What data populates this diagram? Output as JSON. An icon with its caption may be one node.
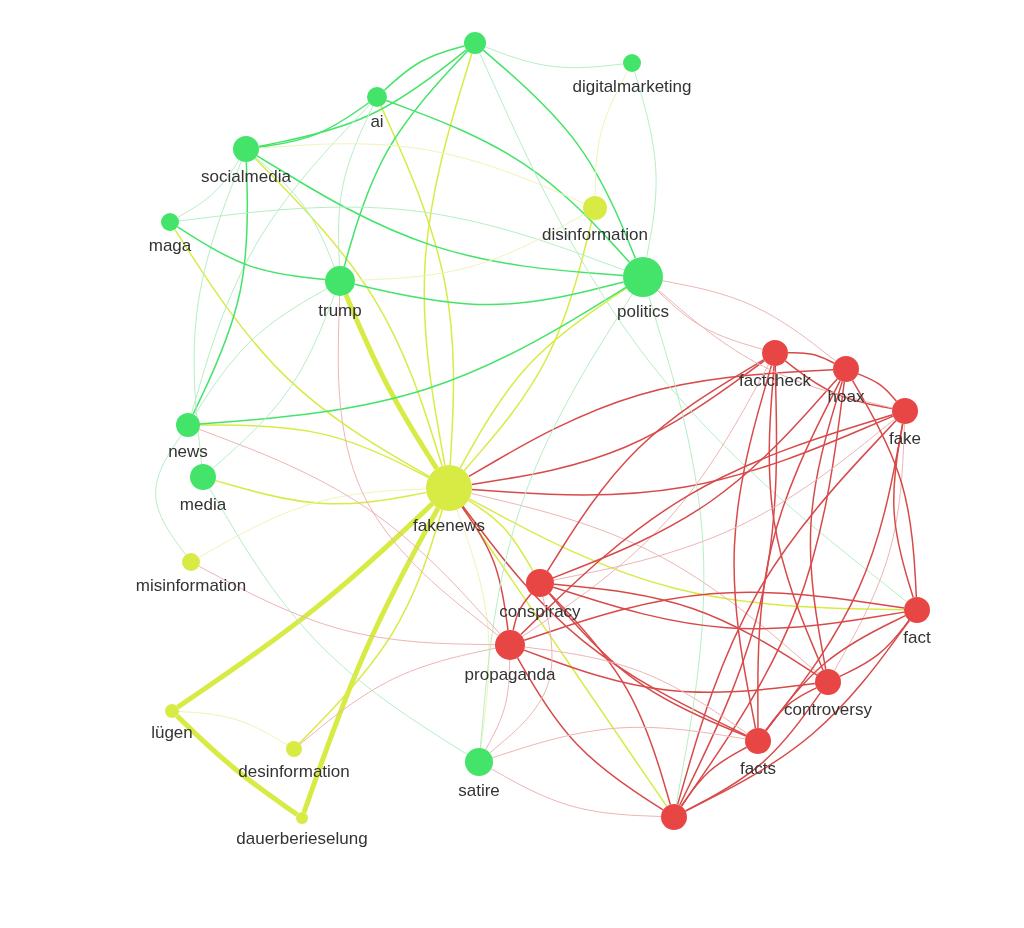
{
  "diagram": {
    "nodes": [
      {
        "text": [],
        "shape": "circle"
      },
      {
        "text": [
          "digitalmarketing"
        ]
      },
      {
        "text": [
          "ai"
        ]
      },
      {
        "text": [
          "socialmedia"
        ]
      },
      {
        "text": [
          "maga"
        ]
      },
      {
        "text": [
          "disinformation"
        ]
      },
      {
        "text": [
          "trump"
        ]
      },
      {
        "text": [
          "politics"
        ]
      },
      {
        "text": [
          "factcheck"
        ]
      },
      {
        "text": [
          "hoax"
        ]
      },
      {
        "text": [
          "fake"
        ]
      },
      {
        "text": [
          "news"
        ]
      },
      {
        "text": [
          "media"
        ]
      },
      {
        "text": [
          "fakenews"
        ]
      },
      {
        "text": [
          "misinformation"
        ]
      },
      {
        "text": [
          "conspiracy"
        ]
      },
      {
        "text": [
          "fact"
        ]
      },
      {
        "text": [
          "propaganda"
        ]
      },
      {
        "text": [
          "controversy"
        ]
      },
      {
        "text": [
          "lügen"
        ]
      },
      {
        "text": [
          "facts"
        ]
      },
      {
        "text": [
          "desinformation"
        ]
      },
      {
        "text": [
          "satire"
        ]
      },
      {
        "text": [
          "dauerberieselung"
        ]
      },
      {
        "text": [],
        "shape": "circle"
      }
    ],
    "edges": [
      {
        "from": 13,
        "to": 6,
        "arrow": "none",
        "style": "thick",
        "color": "#d8eb45"
      },
      {
        "from": 13,
        "to": 2,
        "arrow": "none",
        "color": "#d8eb45"
      },
      {
        "from": 13,
        "to": 0,
        "arrow": "none",
        "color": "#d8eb45"
      },
      {
        "from": 13,
        "to": 5,
        "arrow": "none",
        "color": "#d8eb45"
      },
      {
        "from": 13,
        "to": 7,
        "arrow": "none",
        "color": "#d8eb45"
      },
      {
        "from": 13,
        "to": 3,
        "arrow": "none",
        "color": "#d8eb45"
      },
      {
        "from": 13,
        "to": 4,
        "arrow": "none",
        "color": "#d8eb45"
      },
      {
        "from": 13,
        "to": 11,
        "arrow": "none",
        "color": "#d8eb45"
      },
      {
        "from": 13,
        "to": 12,
        "arrow": "none",
        "color": "#d8eb45"
      },
      {
        "from": 13,
        "to": 14,
        "arrow": "none",
        "color": "#eef5b6"
      },
      {
        "from": 13,
        "to": 19,
        "arrow": "none",
        "style": "thick",
        "color": "#d8eb45"
      },
      {
        "from": 13,
        "to": 23,
        "arrow": "none",
        "style": "thick",
        "color": "#d8eb45"
      },
      {
        "from": 13,
        "to": 21,
        "arrow": "none",
        "color": "#d8eb45"
      },
      {
        "from": 13,
        "to": 16,
        "arrow": "none",
        "color": "#d8eb45"
      },
      {
        "from": 13,
        "to": 15,
        "arrow": "none",
        "color": "#d8eb45"
      },
      {
        "from": 13,
        "to": 24,
        "arrow": "none",
        "color": "#d8eb45"
      },
      {
        "from": 13,
        "to": 22,
        "arrow": "none",
        "color": "#eef5b6"
      },
      {
        "from": 19,
        "to": 23,
        "arrow": "none",
        "style": "thick",
        "color": "#d8eb45"
      },
      {
        "from": 19,
        "to": 21,
        "arrow": "none",
        "color": "#eef5b6"
      },
      {
        "from": 13,
        "to": 8,
        "arrow": "none"
      },
      {
        "from": 13,
        "to": 9,
        "arrow": "none"
      },
      {
        "from": 13,
        "to": 10,
        "arrow": "none"
      },
      {
        "from": 13,
        "to": 17,
        "arrow": "none"
      },
      {
        "from": 13,
        "to": 20,
        "arrow": "none"
      },
      {
        "from": 13,
        "to": 18,
        "arrow": "none",
        "color": "#eeb4b4"
      },
      {
        "from": 0,
        "to": 2,
        "arrow": "none",
        "color": "#44e46a"
      },
      {
        "from": 0,
        "to": 3,
        "arrow": "none",
        "color": "#44e46a"
      },
      {
        "from": 0,
        "to": 6,
        "arrow": "none",
        "color": "#44e46a"
      },
      {
        "from": 0,
        "to": 7,
        "arrow": "none",
        "color": "#44e46a"
      },
      {
        "from": 0,
        "to": 1,
        "arrow": "none",
        "color": "#b6efc3"
      },
      {
        "from": 2,
        "to": 3,
        "arrow": "none",
        "color": "#44e46a"
      },
      {
        "from": 2,
        "to": 6,
        "arrow": "none",
        "color": "#b6efc3"
      },
      {
        "from": 2,
        "to": 7,
        "arrow": "none",
        "color": "#44e46a"
      },
      {
        "from": 2,
        "to": 11,
        "arrow": "none",
        "color": "#b6efc3"
      },
      {
        "from": 3,
        "to": 6,
        "arrow": "none",
        "color": "#b6efc3"
      },
      {
        "from": 3,
        "to": 7,
        "arrow": "none",
        "color": "#44e46a"
      },
      {
        "from": 3,
        "to": 11,
        "arrow": "none",
        "color": "#44e46a"
      },
      {
        "from": 3,
        "to": 12,
        "arrow": "none",
        "color": "#b6efc3"
      },
      {
        "from": 3,
        "to": 4,
        "arrow": "none",
        "color": "#b6efc3"
      },
      {
        "from": 4,
        "to": 6,
        "arrow": "none",
        "color": "#44e46a"
      },
      {
        "from": 4,
        "to": 7,
        "arrow": "none",
        "color": "#b6efc3"
      },
      {
        "from": 6,
        "to": 7,
        "arrow": "none",
        "color": "#44e46a"
      },
      {
        "from": 7,
        "to": 11,
        "arrow": "none",
        "color": "#44e46a"
      },
      {
        "from": 6,
        "to": 11,
        "arrow": "none",
        "color": "#b6efc3"
      },
      {
        "from": 6,
        "to": 12,
        "arrow": "none",
        "color": "#b6efc3"
      },
      {
        "from": 7,
        "to": 22,
        "arrow": "none",
        "color": "#b6efc3"
      },
      {
        "from": 1,
        "to": 7,
        "arrow": "none",
        "color": "#b6efc3"
      },
      {
        "from": 1,
        "to": 5,
        "arrow": "none",
        "color": "#eef5b6"
      },
      {
        "from": 5,
        "to": 6,
        "arrow": "none",
        "color": "#eef5b6"
      },
      {
        "from": 5,
        "to": 3,
        "arrow": "none",
        "color": "#eef5b6"
      },
      {
        "from": 7,
        "to": 24,
        "arrow": "none",
        "color": "#b6efc3"
      },
      {
        "from": 12,
        "to": 22,
        "arrow": "none",
        "color": "#b6efc3"
      },
      {
        "from": 11,
        "to": 14,
        "arrow": "none",
        "color": "#b6efc3"
      },
      {
        "from": 0,
        "to": 16,
        "arrow": "none",
        "color": "#b6efc3"
      },
      {
        "from": 8,
        "to": 9,
        "arrow": "none"
      },
      {
        "from": 8,
        "to": 10,
        "arrow": "none"
      },
      {
        "from": 9,
        "to": 10,
        "arrow": "none"
      },
      {
        "from": 8,
        "to": 15,
        "arrow": "none"
      },
      {
        "from": 8,
        "to": 17,
        "arrow": "none",
        "color": "#eeb4b4"
      },
      {
        "from": 8,
        "to": 20,
        "arrow": "none"
      },
      {
        "from": 8,
        "to": 24,
        "arrow": "none"
      },
      {
        "from": 8,
        "to": 18,
        "arrow": "none"
      },
      {
        "from": 9,
        "to": 15,
        "arrow": "none"
      },
      {
        "from": 9,
        "to": 20,
        "arrow": "none"
      },
      {
        "from": 9,
        "to": 24,
        "arrow": "none"
      },
      {
        "from": 9,
        "to": 18,
        "arrow": "none"
      },
      {
        "from": 10,
        "to": 15,
        "arrow": "none",
        "color": "#eeb4b4"
      },
      {
        "from": 10,
        "to": 17,
        "arrow": "none"
      },
      {
        "from": 10,
        "to": 20,
        "arrow": "none"
      },
      {
        "from": 10,
        "to": 24,
        "arrow": "none"
      },
      {
        "from": 10,
        "to": 18,
        "arrow": "none",
        "color": "#eeb4b4"
      },
      {
        "from": 10,
        "to": 16,
        "arrow": "none"
      },
      {
        "from": 9,
        "to": 16,
        "arrow": "none"
      },
      {
        "from": 15,
        "to": 16,
        "arrow": "none"
      },
      {
        "from": 15,
        "to": 18,
        "arrow": "none"
      },
      {
        "from": 15,
        "to": 20,
        "arrow": "none"
      },
      {
        "from": 15,
        "to": 24,
        "arrow": "none"
      },
      {
        "from": 15,
        "to": 17,
        "arrow": "none"
      },
      {
        "from": 17,
        "to": 16,
        "arrow": "none"
      },
      {
        "from": 17,
        "to": 18,
        "arrow": "none"
      },
      {
        "from": 17,
        "to": 20,
        "arrow": "none",
        "color": "#eeb4b4"
      },
      {
        "from": 17,
        "to": 24,
        "arrow": "none"
      },
      {
        "from": 16,
        "to": 18,
        "arrow": "none"
      },
      {
        "from": 16,
        "to": 20,
        "arrow": "none"
      },
      {
        "from": 16,
        "to": 24,
        "arrow": "none"
      },
      {
        "from": 18,
        "to": 20,
        "arrow": "none"
      },
      {
        "from": 18,
        "to": 24,
        "arrow": "none"
      },
      {
        "from": 20,
        "to": 24,
        "arrow": "none"
      },
      {
        "from": 22,
        "to": 15,
        "arrow": "none",
        "color": "#eeb4b4"
      },
      {
        "from": 22,
        "to": 17,
        "arrow": "none",
        "color": "#eeb4b4"
      },
      {
        "from": 22,
        "to": 20,
        "arrow": "none",
        "color": "#eeb4b4"
      },
      {
        "from": 22,
        "to": 24,
        "arrow": "none",
        "color": "#eeb4b4"
      },
      {
        "from": 11,
        "to": 17,
        "arrow": "none",
        "color": "#eeb4b4"
      },
      {
        "from": 14,
        "to": 17,
        "arrow": "none",
        "color": "#eeb4b4"
      },
      {
        "from": 21,
        "to": 17,
        "arrow": "none",
        "color": "#eeb4b4"
      },
      {
        "from": 7,
        "to": 8,
        "arrow": "none",
        "color": "#eeb4b4"
      },
      {
        "from": 7,
        "to": 9,
        "arrow": "none",
        "color": "#eeb4b4"
      },
      {
        "from": 7,
        "to": 10,
        "arrow": "none",
        "color": "#eeb4b4"
      },
      {
        "from": 6,
        "to": 17,
        "arrow": "none",
        "color": "#eeb4b4"
      }
    ]
  }
}
